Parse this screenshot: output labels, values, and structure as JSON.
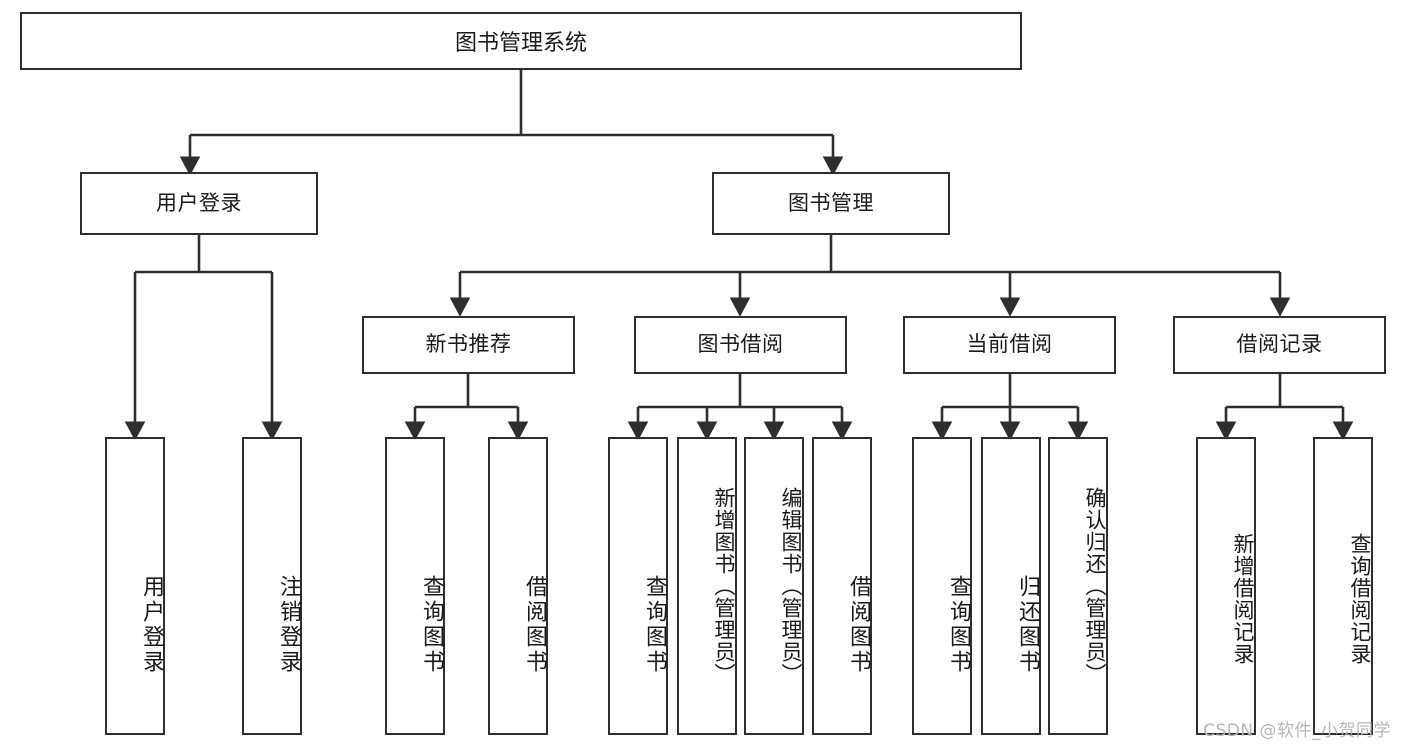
{
  "diagram": {
    "title_node": {
      "label": "图书管理系统"
    },
    "level1": [
      {
        "id": "user-login",
        "label": "用户登录"
      },
      {
        "id": "book-manage",
        "label": "图书管理"
      }
    ],
    "level2": [
      {
        "id": "new-book-recommend",
        "label": "新书推荐"
      },
      {
        "id": "book-borrow",
        "label": "图书借阅"
      },
      {
        "id": "current-borrow",
        "label": "当前借阅"
      },
      {
        "id": "borrow-record",
        "label": "借阅记录"
      }
    ],
    "leaves": [
      {
        "id": "leaf-user-login",
        "label": "用户登录"
      },
      {
        "id": "leaf-logout-login",
        "label": "注销登录"
      },
      {
        "id": "leaf-query-book-1",
        "label": "查询图书"
      },
      {
        "id": "leaf-borrow-book-1",
        "label": "借阅图书"
      },
      {
        "id": "leaf-query-book-2",
        "label": "查询图书"
      },
      {
        "id": "leaf-add-book",
        "label": "新增图书（管理员）"
      },
      {
        "id": "leaf-edit-book",
        "label": "编辑图书（管理员）"
      },
      {
        "id": "leaf-borrow-book-2",
        "label": "借阅图书"
      },
      {
        "id": "leaf-query-book-3",
        "label": "查询图书"
      },
      {
        "id": "leaf-return-book",
        "label": "归还图书"
      },
      {
        "id": "leaf-confirm-return",
        "label": "确认归还（管理员）"
      },
      {
        "id": "leaf-add-borrow-record",
        "label": "新增借阅记录"
      },
      {
        "id": "leaf-query-borrow-record",
        "label": "查询借阅记录"
      }
    ],
    "watermark": "CSDN @软件_小贺同学",
    "colors": {
      "stroke": "#2e2e2e",
      "background": "#ffffff",
      "text": "#1a1a1a",
      "watermark": "#b6b6b6"
    }
  }
}
